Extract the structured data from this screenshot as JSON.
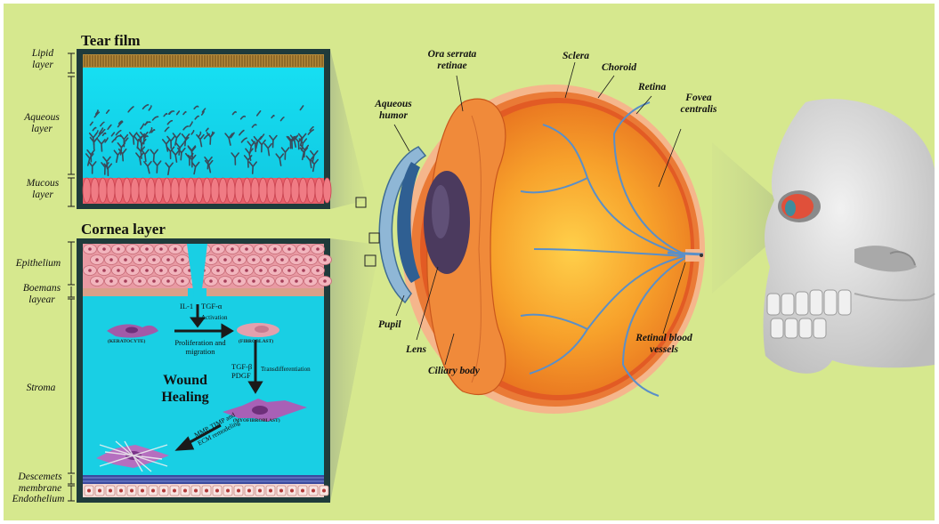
{
  "colors": {
    "background": "#d6e88e",
    "panel_border": "#1f3b3b",
    "aqueous": "#17d6ee",
    "stroma": "#19cfe4",
    "mucous": "#e8606a",
    "epithelium": "#e896a0",
    "sclera": "#f2b48a",
    "retina": "#f08a2a",
    "vessel": "#5a8fc8",
    "skull": "#d9d9d9"
  },
  "tear_film": {
    "title": "Tear film",
    "layers": {
      "lipid": "Lipid\nlayer",
      "aqueous": "Aqueous\nlayer",
      "mucous": "Mucous\nlayer"
    }
  },
  "cornea": {
    "title": "Cornea layer",
    "layers": {
      "epithelium": "Epithelium",
      "boemans": "Boemans\nlayear",
      "stroma": "Stroma",
      "descemets": "Descemets\nmembrane",
      "endothelium": "Endothelium"
    },
    "healing": {
      "title": "Wound\nHealing",
      "il1": "IL-1",
      "tgfa": "TGF-α",
      "activation": "Activation",
      "keratocyte": "(KERATOCYTE)",
      "fibroblast": "(FIBROBLAST)",
      "prolif": "Proliferation and\nmigration",
      "tgfb": "TGF-β\nPDGF",
      "transdiff": "Transdifferentiation",
      "myofibroblast": "(MYOFIBROBLAST)",
      "remodel": "MMP, TIMP and\nECM remodeling"
    }
  },
  "eye": {
    "labels": {
      "ora": "Ora serrata\nretinae",
      "sclera": "Sclera",
      "choroid": "Choroid",
      "retina": "Retina",
      "fovea": "Fovea\ncentralis",
      "aqueous": "Aqueous\nhumor",
      "pupil": "Pupil",
      "lens": "Lens",
      "ciliary": "Ciliary body",
      "vessels": "Retinal blood\nvessels"
    }
  }
}
